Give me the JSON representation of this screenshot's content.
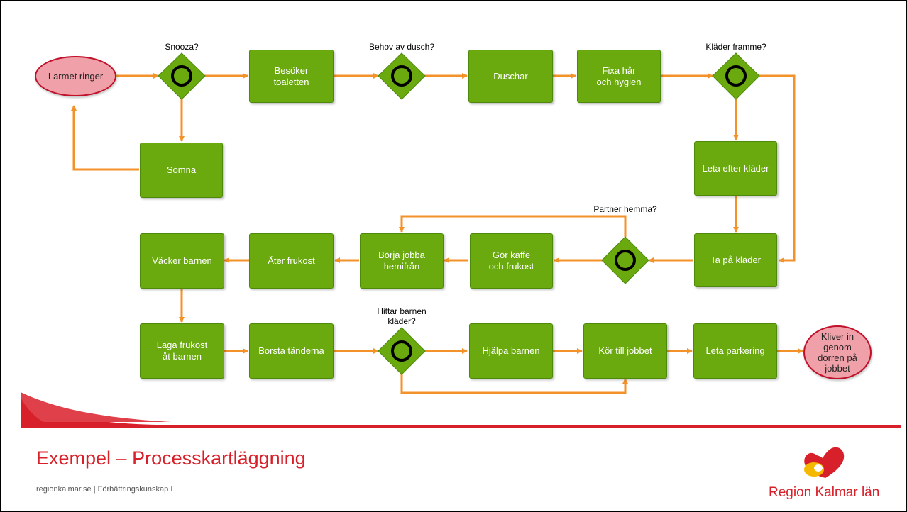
{
  "process": {
    "start": "Larmet ringer",
    "end": "Kliver in\ngenom\ndörren på\njobbet",
    "steps": {
      "toalett": "Besöker\ntoaletten",
      "duschar": "Duschar",
      "fixa": "Fixa hår\noch hygien",
      "somna": "Somna",
      "leta_klader": "Leta efter kläder",
      "ta_pa": "Ta på kläder",
      "kaffe": "Gör kaffe\noch frukost",
      "jobba": "Börja jobba\nhemifrån",
      "ater": "Äter frukost",
      "vacker": "Väcker barnen",
      "laga": "Laga frukost\nåt barnen",
      "borsta": "Borsta tänderna",
      "hjalpa": "Hjälpa barnen",
      "kor": "Kör till jobbet",
      "parkering": "Leta parkering"
    },
    "decisions": {
      "snooza": "Snooza?",
      "dusch": "Behov av dusch?",
      "klader": "Kläder framme?",
      "partner": "Partner hemma?",
      "barn_klader": "Hittar barnen\nkläder?"
    }
  },
  "footer": {
    "title": "Exempel – Processkartläggning",
    "subtitle": "regionkalmar.se  |  Förbättringskunskap I",
    "logo_text": "Region Kalmar län"
  },
  "colors": {
    "step": "#6aaa0f",
    "arrow": "#f4922a",
    "start_end": "#f0a0a8",
    "brand": "#d8202a"
  }
}
